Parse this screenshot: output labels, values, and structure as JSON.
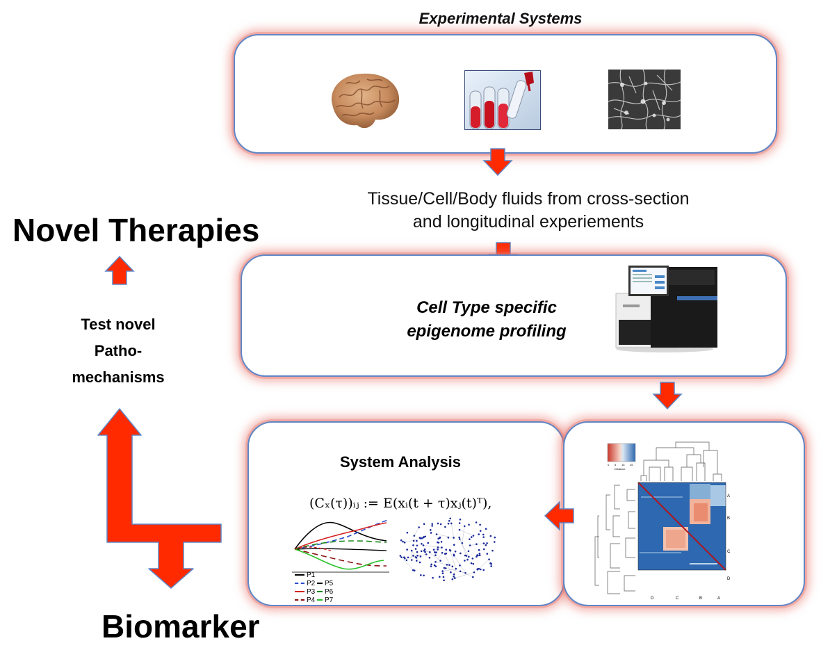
{
  "header": {
    "title": "Experimental Systems"
  },
  "left": {
    "therapies": "Novel Therapies",
    "test_lines": [
      "Test novel",
      "Patho-",
      "mechanisms"
    ],
    "biomarker": "Biomarker"
  },
  "flow": {
    "samples_lines": [
      "Tissue/Cell/Body fluids from cross-section",
      "and longitudinal experiements"
    ],
    "profiling_lines": [
      "Cell Type specific",
      "epigenome profiling"
    ],
    "analysis_title": "System Analysis",
    "equation": "(Cₓ(τ))ᵢⱼ := E(xᵢ(t + τ)xⱼ(t)ᵀ),"
  },
  "images": {
    "brain": "brain-image",
    "tubes": "blood-tubes-image",
    "cells": "cell-culture-image",
    "sequencer": "sequencer-image"
  },
  "plot_legend": [
    "P1",
    "P2",
    "P3",
    "P4",
    "P5",
    "P6",
    "P7"
  ],
  "heatmap": {
    "row_labels": [
      "A",
      "B",
      "C",
      "D"
    ],
    "col_labels": [
      "D",
      "C",
      "B",
      "A"
    ],
    "scale_ticks": [
      "0",
      "5",
      "15",
      "25"
    ],
    "scale_title": "Distance"
  },
  "colors": {
    "arrow": "#ff2a00",
    "panel_border": "#5f86c6",
    "glow": "#e8786e"
  }
}
